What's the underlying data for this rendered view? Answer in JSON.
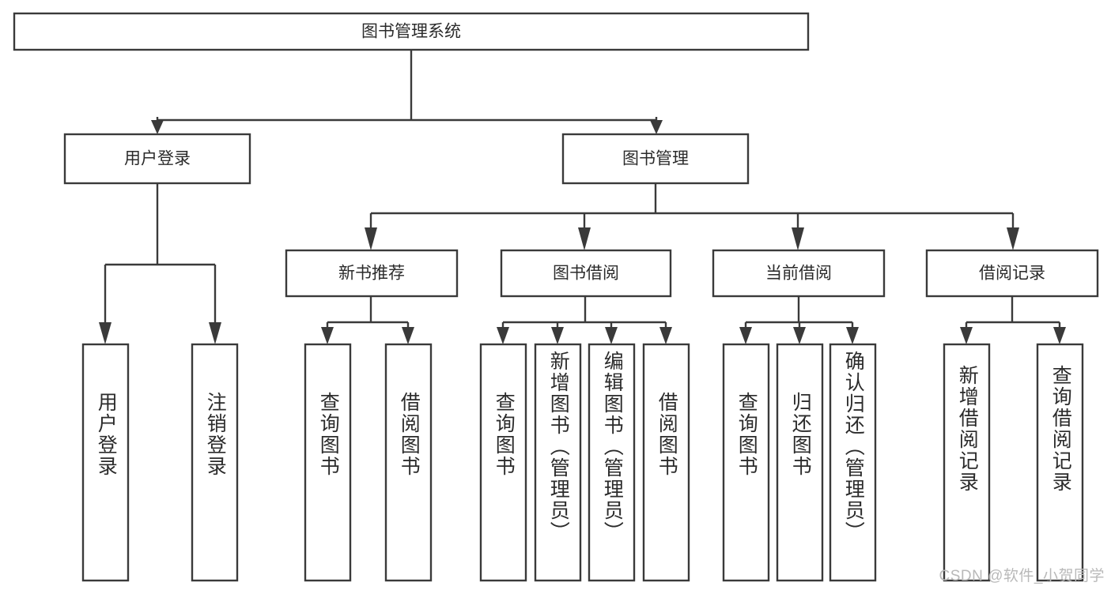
{
  "diagram": {
    "type": "tree",
    "title": "图书管理系统",
    "orientation": "top-down",
    "colors": {
      "box_stroke": "#3a3a3a",
      "box_fill": "#ffffff",
      "text": "#2b2b2b",
      "connector": "#3a3a3a",
      "watermark": "#b9b9b9",
      "background": "#ffffff"
    },
    "root": {
      "label": "图书管理系统"
    },
    "level1": [
      {
        "label": "用户登录"
      },
      {
        "label": "图书管理"
      }
    ],
    "level2": [
      {
        "label": "新书推荐"
      },
      {
        "label": "图书借阅"
      },
      {
        "label": "当前借阅"
      },
      {
        "label": "借阅记录"
      }
    ],
    "leaves": {
      "user_login": [
        {
          "label": "用户登录"
        },
        {
          "label": "注销登录"
        }
      ],
      "new_book_recommend": [
        {
          "label": "查询图书"
        },
        {
          "label": "借阅图书"
        }
      ],
      "book_borrow": [
        {
          "label": "查询图书"
        },
        {
          "label": "新增图书（管理员）"
        },
        {
          "label": "编辑图书（管理员）"
        },
        {
          "label": "借阅图书"
        }
      ],
      "current_borrow": [
        {
          "label": "查询图书"
        },
        {
          "label": "归还图书"
        },
        {
          "label": "确认归还（管理员）"
        }
      ],
      "borrow_record": [
        {
          "label": "新增借阅记录"
        },
        {
          "label": "查询借阅记录"
        }
      ]
    }
  },
  "watermark": {
    "text": "CSDN @软件_小贺同学"
  }
}
